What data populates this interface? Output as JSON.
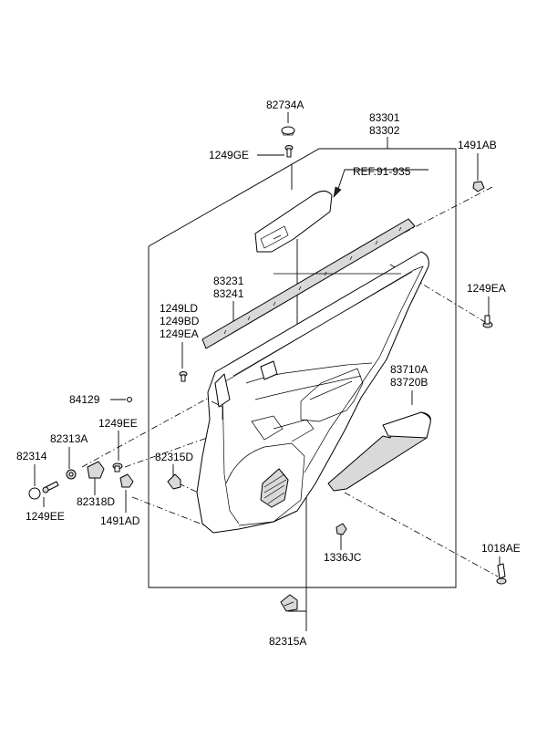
{
  "labels": {
    "p82734A": "82734A",
    "p83301": "83301",
    "p83302": "83302",
    "p1249GE": "1249GE",
    "p1491AB": "1491AB",
    "ref": "REF.91-935",
    "p83231": "83231",
    "p83241": "83241",
    "p1249EA_right": "1249EA",
    "p1249LD": "1249LD",
    "p1249BD": "1249BD",
    "p1249EA_left": "1249EA",
    "p83710A": "83710A",
    "p83720B": "83720B",
    "p84129": "84129",
    "p1249EE_top": "1249EE",
    "p82313A": "82313A",
    "p82314": "82314",
    "p82315D": "82315D",
    "p82318D": "82318D",
    "p1249EE_bottom": "1249EE",
    "p1491AD": "1491AD",
    "p1336JC": "1336JC",
    "p1018AE": "1018AE",
    "p82315A": "82315A"
  }
}
